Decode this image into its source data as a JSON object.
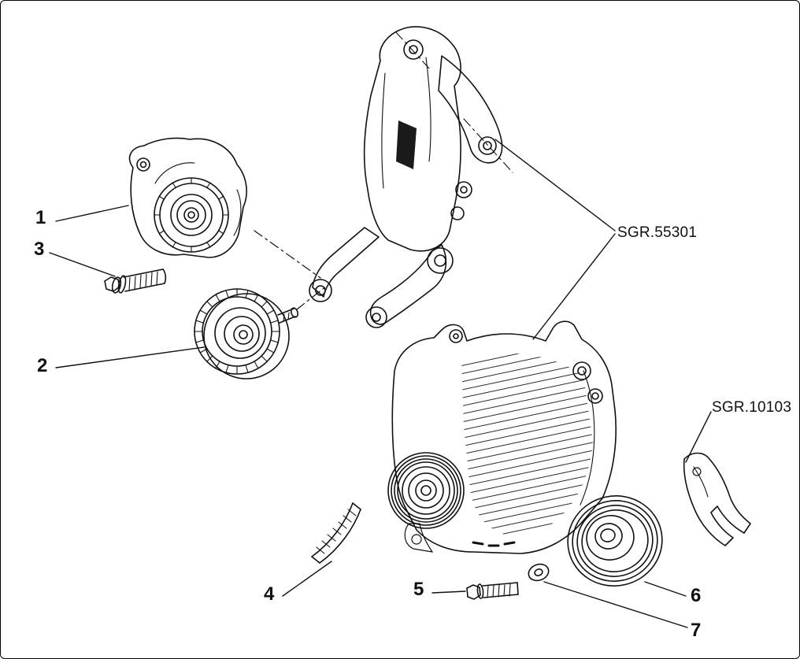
{
  "page": {
    "background": "#ffffff",
    "line_color": "#111111"
  },
  "diagram": {
    "type": "exploded-parts-drawing",
    "callouts": [
      {
        "number": "1",
        "part": "belt-tensioner"
      },
      {
        "number": "2",
        "part": "idler-pulley"
      },
      {
        "number": "3",
        "part": "tensioner-bolt"
      },
      {
        "number": "4",
        "part": "belt-segment"
      },
      {
        "number": "5",
        "part": "pulley-bolt"
      },
      {
        "number": "6",
        "part": "crankshaft-pulley"
      },
      {
        "number": "7",
        "part": "washer"
      }
    ],
    "references": [
      {
        "code": "SGR.55301"
      },
      {
        "code": "SGR.10103"
      }
    ]
  }
}
